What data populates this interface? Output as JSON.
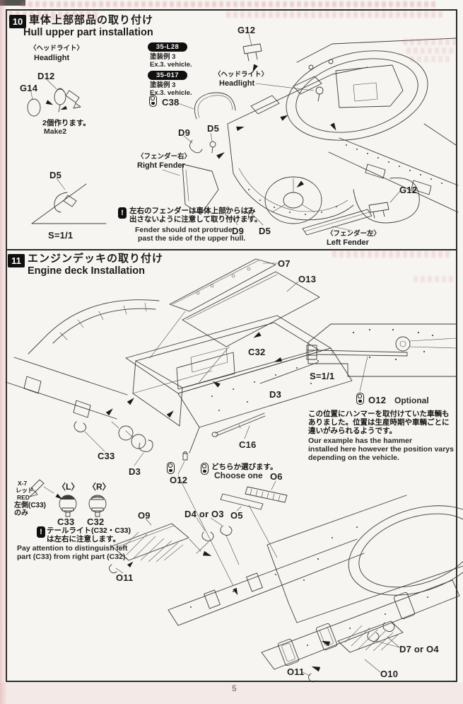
{
  "page_number": "5",
  "colors": {
    "paper": "#f6f5f1",
    "ink": "#2b2a28",
    "badge_bg": "#101010",
    "bleed_pink": "#d66e7a"
  },
  "icons": {
    "note_mark": "!"
  },
  "step10": {
    "number": "10",
    "title_jp": "車体上部部品の取り付け",
    "title_en": "Hull upper part installation",
    "headlight_left": {
      "caption_jp": "〈ヘッドライト〉",
      "caption_en": "Headlight",
      "part_d12": "D12",
      "part_g14": "G14",
      "make_jp": "2個作ります。",
      "make_en": "Make2"
    },
    "paint_badges": [
      {
        "code": "35-L28",
        "jp": "塗装例 3",
        "en": "Ex.3. vehicle."
      },
      {
        "code": "35-017",
        "jp": "塗装例 3",
        "en": "Ex.3. vehicle."
      }
    ],
    "part_c38": "C38",
    "headlight_center": {
      "caption_jp": "〈ヘッドライト〉",
      "caption_en": "Headlight"
    },
    "part_g12_top": "G12",
    "part_d9_upper": "D9",
    "part_d5_upper": "D5",
    "right_fender": {
      "caption_jp": "〈フェンダー右〉",
      "caption_en": "Right Fender"
    },
    "scale_part": {
      "part": "D5",
      "scale": "S=1/1"
    },
    "fender_note": {
      "jp1": "左右のフェンダーは車体上部からはみ",
      "jp2": "出さないように注意して取り付けます。",
      "en1": "Fender should not protrude",
      "en2": "past the side of the upper hull."
    },
    "part_d9_lower": "D9",
    "part_d5_lower": "D5",
    "left_fender": {
      "caption_jp": "〈フェンダー左〉",
      "caption_en": "Left Fender"
    },
    "part_g12_right": "G12"
  },
  "step11": {
    "number": "11",
    "title_jp": "エンジンデッキの取り付け",
    "title_en": "Engine deck Installation",
    "part_o7": "O7",
    "part_o13": "O13",
    "part_c32": "C32",
    "part_d3_upper": "D3",
    "hammer_scale": "S=1/1",
    "optional": {
      "part": "O12",
      "label": "Optional"
    },
    "hammer_note": {
      "jp1": "この位置にハンマーを取付けていた車輌も",
      "jp2": "ありました。位置は生産時期や車輌ごとに",
      "jp3": "違いがみられるようです。",
      "en1": "Our example has the hammer",
      "en2": "installed here however the position varys",
      "en3": "depending on the vehicle."
    },
    "part_c33": "C33",
    "part_d3_lower": "D3",
    "part_o12": "O12",
    "part_c16": "C16",
    "choose": {
      "jp": "どちらか選びます。",
      "en": "Choose one"
    },
    "part_o6": "O6",
    "part_o5": "O5",
    "part_d4_or_o3": "D4 or O3",
    "part_o9": "O9",
    "part_o11_left": "O11",
    "taillight": {
      "paint_code": "X-7",
      "paint_jp": "レッド",
      "paint_en": "RED",
      "side_jp1": "左側(C33)",
      "side_jp2": "のみ",
      "left_mark": "〈L〉",
      "right_mark": "〈R〉",
      "part_left": "C33",
      "part_right": "C32"
    },
    "taillight_note": {
      "jp1": "テールライト(C32・C33)",
      "jp2": "は左右に注意します。",
      "en1": "Pay attention to distinguish left",
      "en2": "part (C33) from right part (C32)."
    },
    "part_d7_or_o4": "D7 or O4",
    "part_o11_bottom": "O11",
    "part_o10": "O10"
  }
}
